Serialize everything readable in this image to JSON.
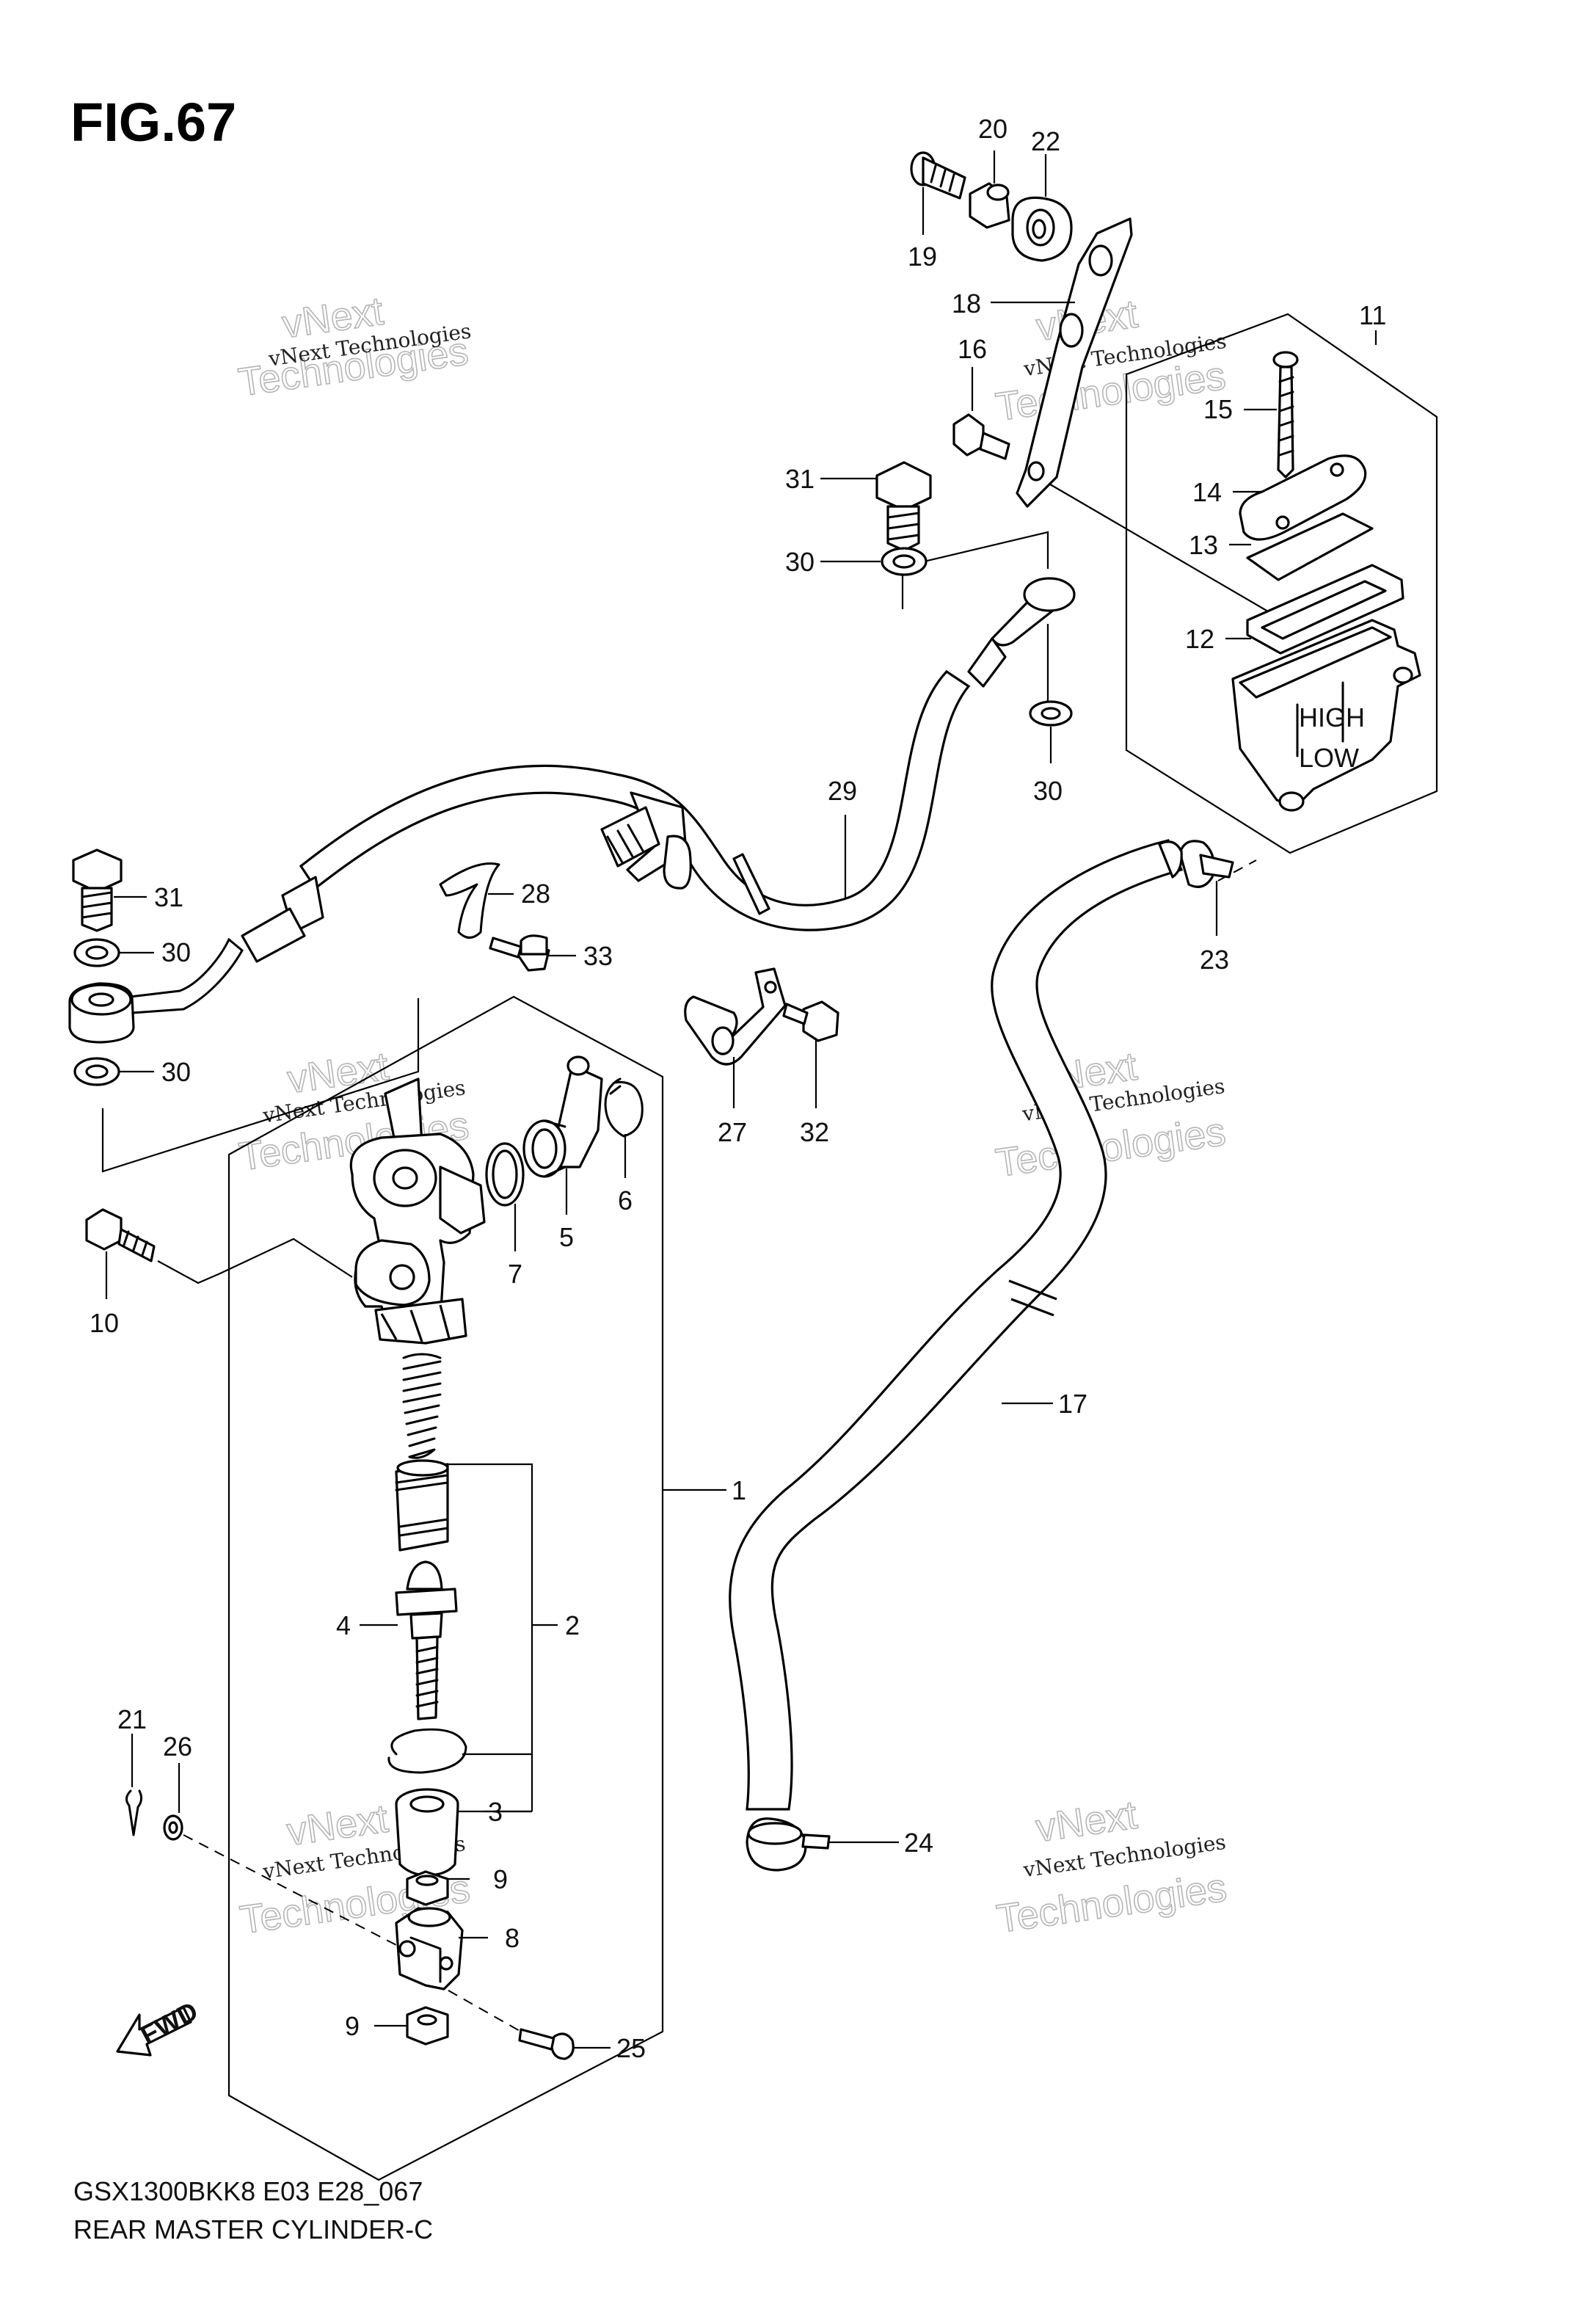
{
  "figure": {
    "title": "FIG.67"
  },
  "footer": {
    "code": "GSX1300BKK8 E03 E28_067",
    "name": "REAR MASTER CYLINDER-C"
  },
  "watermark": {
    "line1": "vNext Technologies",
    "line2": "vNext",
    "line3": "Technologies"
  },
  "fwd_label": "FWD",
  "callouts": [
    {
      "id": "c20",
      "text": "20"
    },
    {
      "id": "c22",
      "text": "22"
    },
    {
      "id": "c19",
      "text": "19"
    },
    {
      "id": "c18",
      "text": "18"
    },
    {
      "id": "c16",
      "text": "16"
    },
    {
      "id": "c11",
      "text": "11"
    },
    {
      "id": "c15",
      "text": "15"
    },
    {
      "id": "c14",
      "text": "14"
    },
    {
      "id": "c13",
      "text": "13"
    },
    {
      "id": "c12",
      "text": "12"
    },
    {
      "id": "c31a",
      "text": "31"
    },
    {
      "id": "c30a",
      "text": "30"
    },
    {
      "id": "c30b",
      "text": "30"
    },
    {
      "id": "c29",
      "text": "29"
    },
    {
      "id": "c31b",
      "text": "31"
    },
    {
      "id": "c28",
      "text": "28"
    },
    {
      "id": "c30c",
      "text": "30"
    },
    {
      "id": "c33",
      "text": "33"
    },
    {
      "id": "c23",
      "text": "23"
    },
    {
      "id": "c30d",
      "text": "30"
    },
    {
      "id": "c27",
      "text": "27"
    },
    {
      "id": "c32",
      "text": "32"
    },
    {
      "id": "c6",
      "text": "6"
    },
    {
      "id": "c5",
      "text": "5"
    },
    {
      "id": "c7",
      "text": "7"
    },
    {
      "id": "c10",
      "text": "10"
    },
    {
      "id": "c17",
      "text": "17"
    },
    {
      "id": "c1",
      "text": "1"
    },
    {
      "id": "c4",
      "text": "4"
    },
    {
      "id": "c2",
      "text": "2"
    },
    {
      "id": "c21",
      "text": "21"
    },
    {
      "id": "c26",
      "text": "26"
    },
    {
      "id": "c3",
      "text": "3"
    },
    {
      "id": "c9a",
      "text": "9"
    },
    {
      "id": "c24",
      "text": "24"
    },
    {
      "id": "c8",
      "text": "8"
    },
    {
      "id": "c9b",
      "text": "9"
    },
    {
      "id": "c25",
      "text": "25"
    }
  ]
}
